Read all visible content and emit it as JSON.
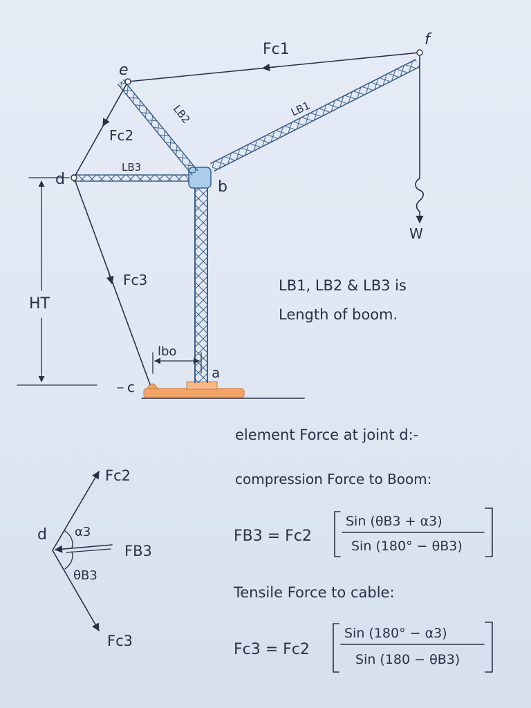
{
  "crane": {
    "nodes": {
      "a": "a",
      "b": "b",
      "c": "c",
      "d": "d",
      "e": "e",
      "f": "f"
    },
    "forces": {
      "fc1": "Fc1",
      "fc2": "Fc2",
      "fc3": "Fc3",
      "w": "W"
    },
    "booms": {
      "lb1": "LB1",
      "lb2": "LB2",
      "lb3": "LB3"
    },
    "height_label": "HT",
    "lbo_label": "lbo"
  },
  "note": {
    "line1": "LB1, LB2 & LB3 is",
    "line2": "Length of boom."
  },
  "joint_diagram": {
    "node": "d",
    "fc2": "Fc2",
    "fb3": "FB3",
    "fc3": "Fc3",
    "alpha": "α3",
    "theta": "θB3"
  },
  "equations": {
    "heading": "element Force at joint d:-",
    "compression_label": "compression Force to Boom:",
    "fb3_lhs": "FB3 = Fc2",
    "fb3_num": "Sin (θB3 + α3)",
    "fb3_den": "Sin (180° − θB3)",
    "tensile_label": "Tensile Force to cable:",
    "fc3_lhs": "Fc3 = Fc2",
    "fc3_num": "Sin (180° − α3)",
    "fc3_den": "Sin (180 − θB3)"
  },
  "colors": {
    "ink": "#2a2f45",
    "mast": "#3e5f86",
    "base": "#f3a567",
    "slew": "#a9cdea"
  }
}
